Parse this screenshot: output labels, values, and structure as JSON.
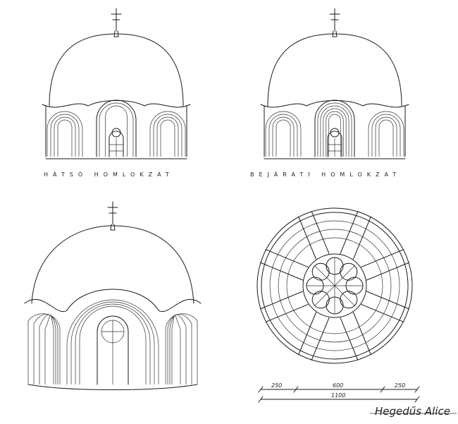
{
  "captions": {
    "rear_elevation": "HÁTSÓ HOMLOKZAT",
    "entrance_elevation": "BEJÁRATI HOMLOKZAT"
  },
  "dimensions": {
    "segments": [
      "250",
      "600",
      "250"
    ],
    "total": "1100"
  },
  "signature": "Hegedűs Alice"
}
